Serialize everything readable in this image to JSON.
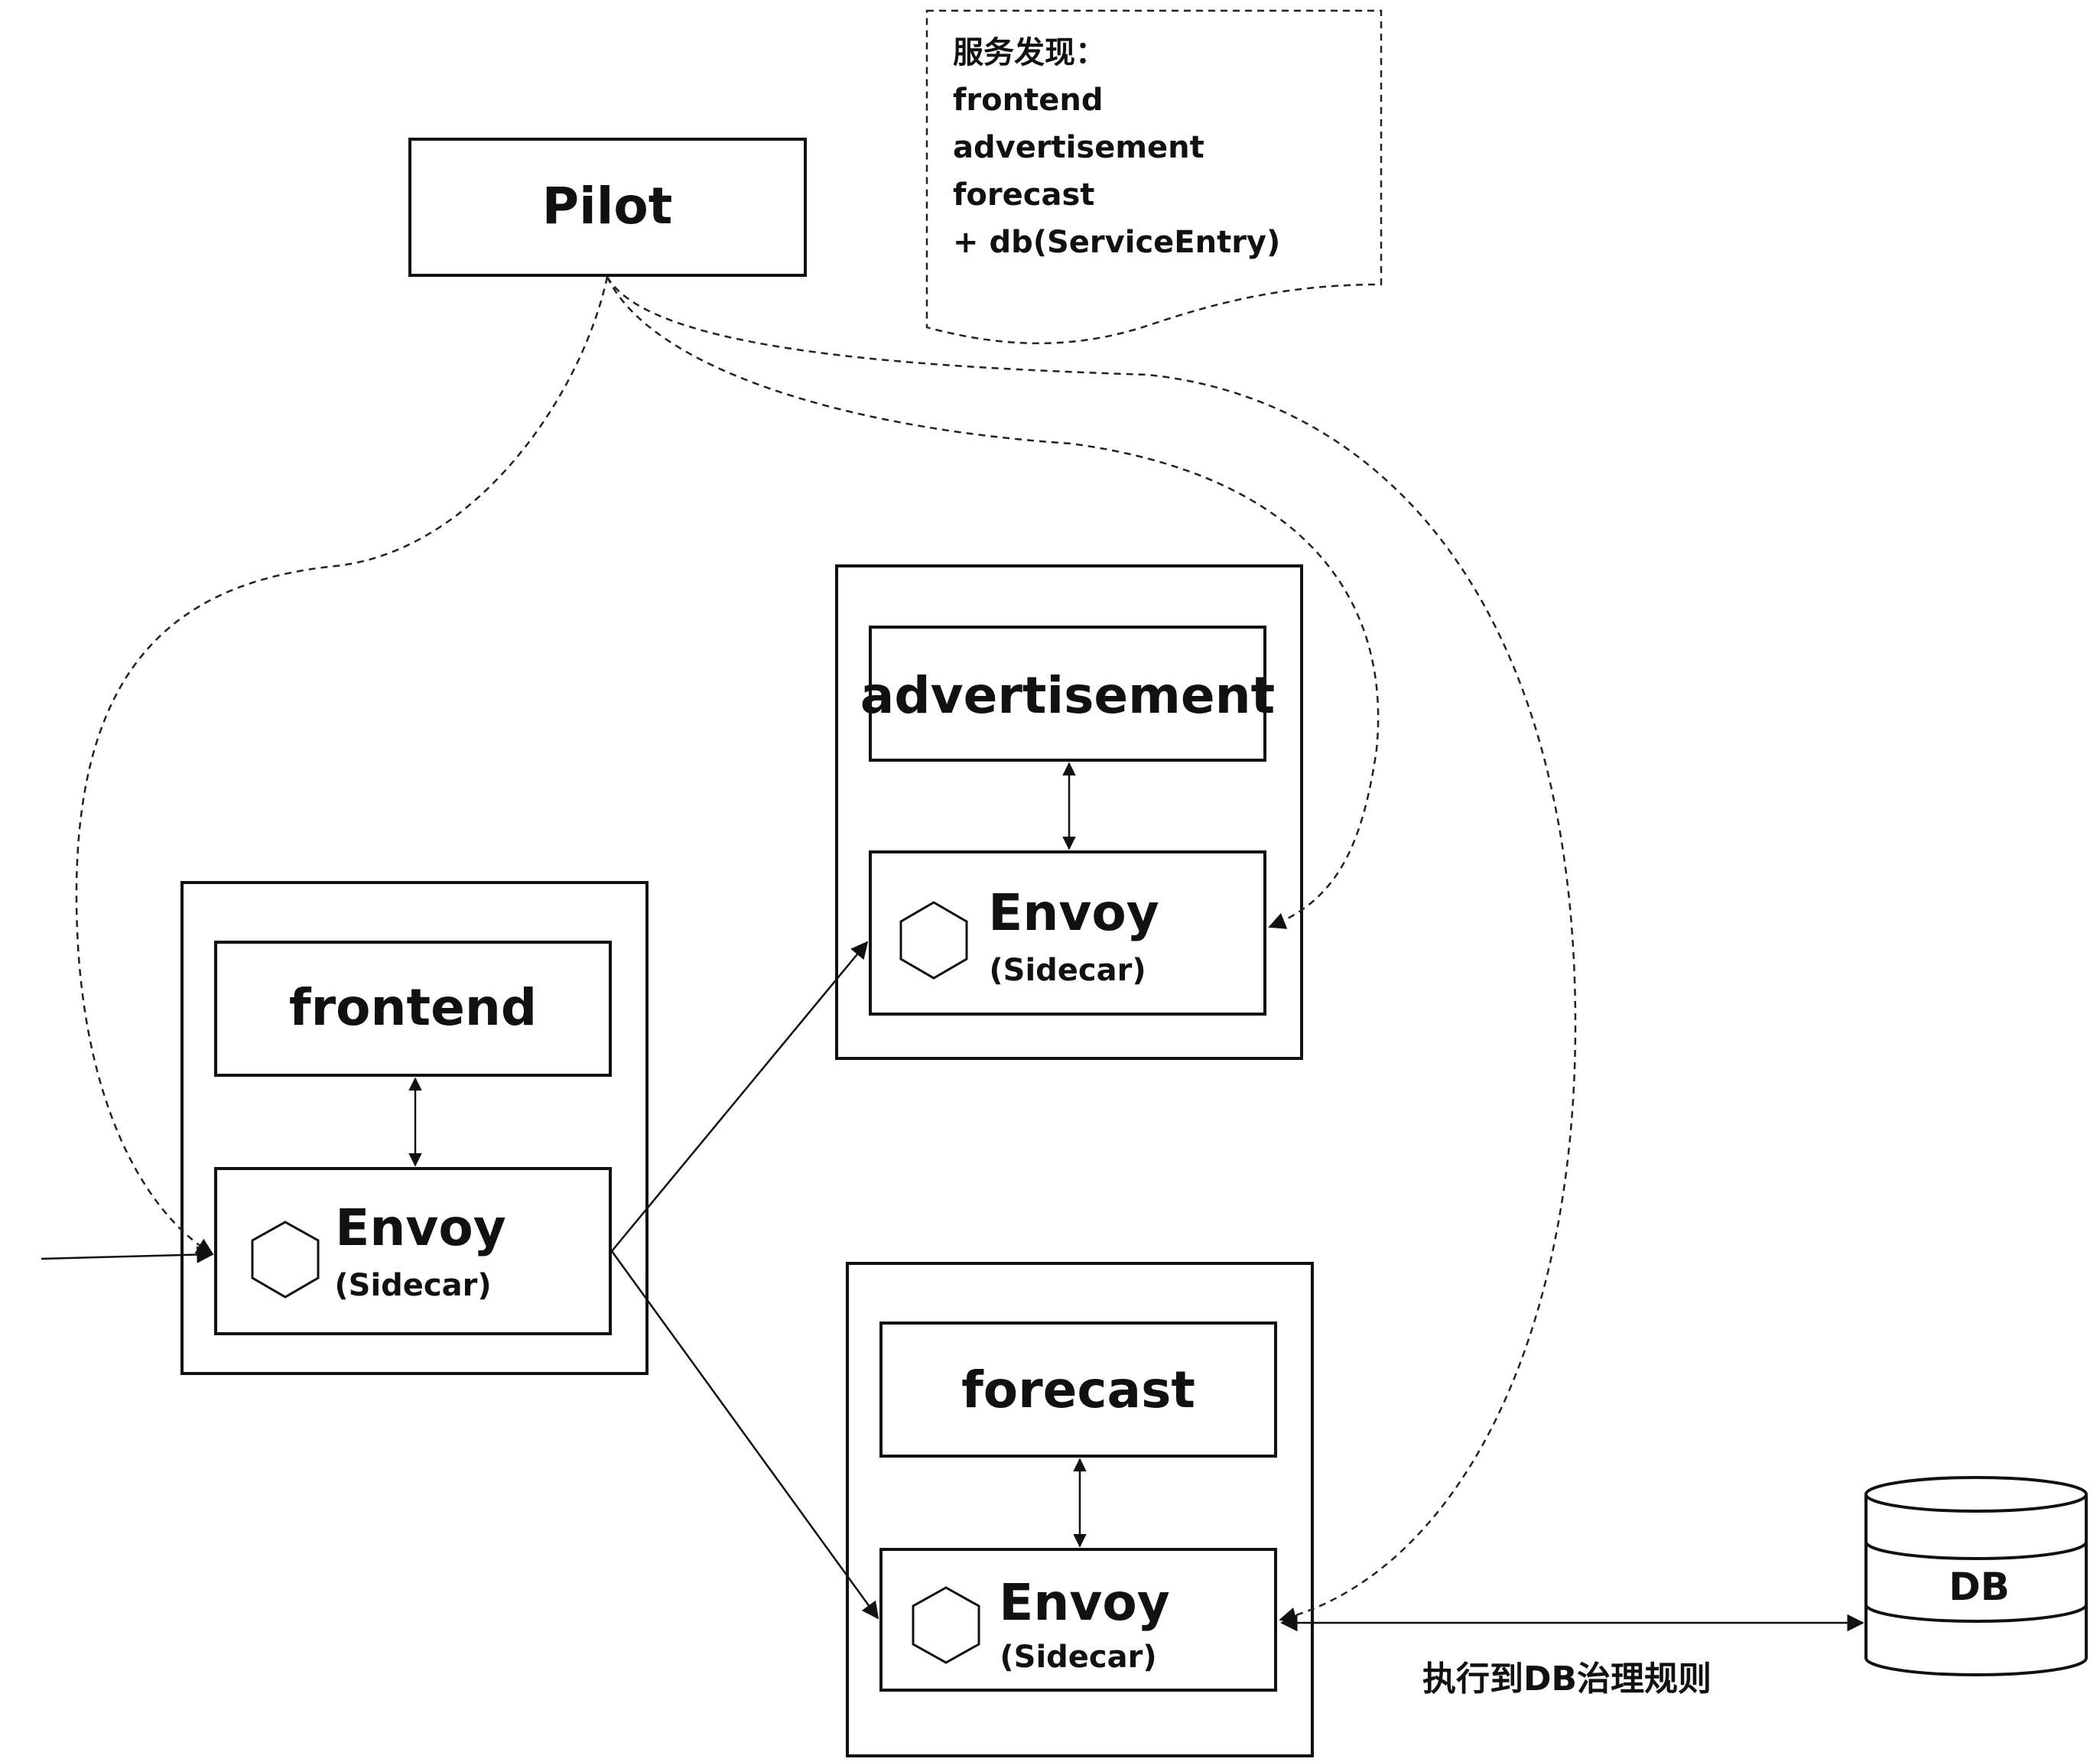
{
  "pilot": {
    "label": "Pilot"
  },
  "note": {
    "title": "服务发现：",
    "lines": [
      "frontend",
      "advertisement",
      "forecast",
      "+ db(ServiceEntry)"
    ]
  },
  "services": {
    "frontend": {
      "app_label": "frontend",
      "proxy_label": "Envoy",
      "proxy_sub": "(Sidecar)"
    },
    "advertisement": {
      "app_label": "advertisement",
      "proxy_label": "Envoy",
      "proxy_sub": "(Sidecar)"
    },
    "forecast": {
      "app_label": "forecast",
      "proxy_label": "Envoy",
      "proxy_sub": "(Sidecar)"
    }
  },
  "db": {
    "label": "DB"
  },
  "db_edge": {
    "label": "执行到DB治理规则"
  }
}
